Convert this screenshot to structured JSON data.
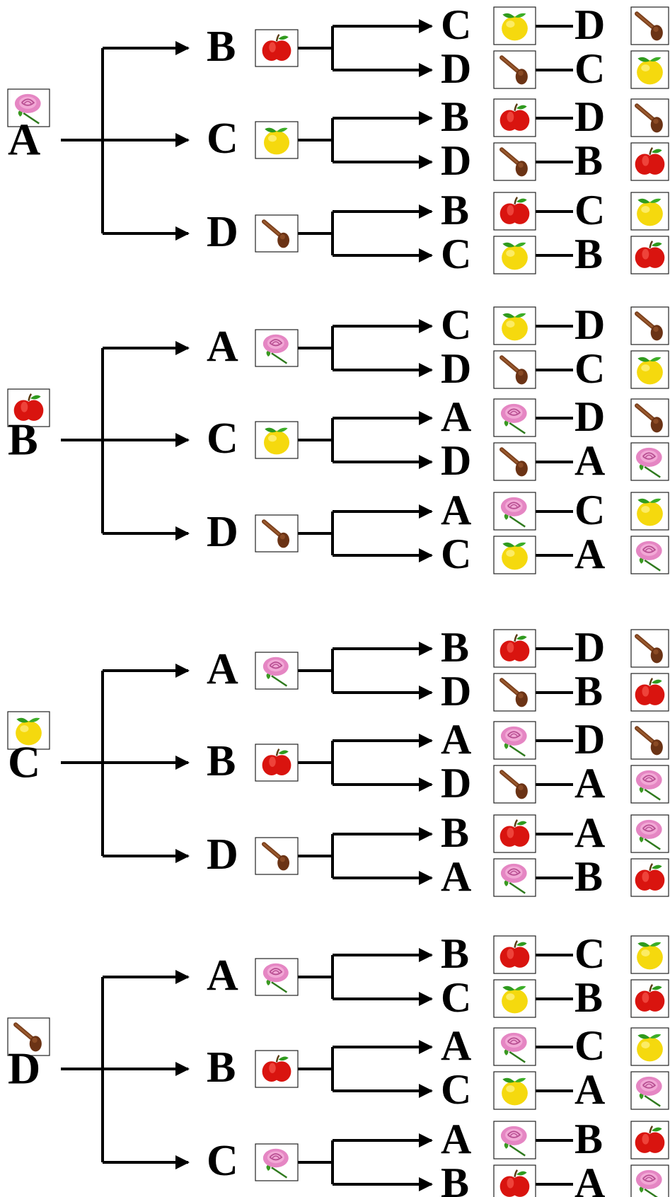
{
  "trees": [
    {
      "root": {
        "label": "A",
        "icon": "rose-icon"
      },
      "branches": [
        {
          "label": "B",
          "icon": "apple-icon",
          "leaves": [
            {
              "first": {
                "label": "C",
                "icon": "lemon-icon"
              },
              "second": {
                "label": "D",
                "icon": "clove-icon"
              }
            },
            {
              "first": {
                "label": "D",
                "icon": "clove-icon"
              },
              "second": {
                "label": "C",
                "icon": "lemon-icon"
              }
            }
          ]
        },
        {
          "label": "C",
          "icon": "lemon-icon",
          "leaves": [
            {
              "first": {
                "label": "B",
                "icon": "apple-icon"
              },
              "second": {
                "label": "D",
                "icon": "clove-icon"
              }
            },
            {
              "first": {
                "label": "D",
                "icon": "clove-icon"
              },
              "second": {
                "label": "B",
                "icon": "apple-icon"
              }
            }
          ]
        },
        {
          "label": "D",
          "icon": "clove-icon",
          "leaves": [
            {
              "first": {
                "label": "B",
                "icon": "apple-icon"
              },
              "second": {
                "label": "C",
                "icon": "lemon-icon"
              }
            },
            {
              "first": {
                "label": "C",
                "icon": "lemon-icon"
              },
              "second": {
                "label": "B",
                "icon": "apple-icon"
              }
            }
          ]
        }
      ]
    },
    {
      "root": {
        "label": "B",
        "icon": "apple-icon"
      },
      "branches": [
        {
          "label": "A",
          "icon": "rose-icon",
          "leaves": [
            {
              "first": {
                "label": "C",
                "icon": "lemon-icon"
              },
              "second": {
                "label": "D",
                "icon": "clove-icon"
              }
            },
            {
              "first": {
                "label": "D",
                "icon": "clove-icon"
              },
              "second": {
                "label": "C",
                "icon": "lemon-icon"
              }
            }
          ]
        },
        {
          "label": "C",
          "icon": "lemon-icon",
          "leaves": [
            {
              "first": {
                "label": "A",
                "icon": "rose-icon"
              },
              "second": {
                "label": "D",
                "icon": "clove-icon"
              }
            },
            {
              "first": {
                "label": "D",
                "icon": "clove-icon"
              },
              "second": {
                "label": "A",
                "icon": "rose-icon"
              }
            }
          ]
        },
        {
          "label": "D",
          "icon": "clove-icon",
          "leaves": [
            {
              "first": {
                "label": "A",
                "icon": "rose-icon"
              },
              "second": {
                "label": "C",
                "icon": "lemon-icon"
              }
            },
            {
              "first": {
                "label": "C",
                "icon": "lemon-icon"
              },
              "second": {
                "label": "A",
                "icon": "rose-icon"
              }
            }
          ]
        }
      ]
    },
    {
      "root": {
        "label": "C",
        "icon": "lemon-icon"
      },
      "branches": [
        {
          "label": "A",
          "icon": "rose-icon",
          "leaves": [
            {
              "first": {
                "label": "B",
                "icon": "apple-icon"
              },
              "second": {
                "label": "D",
                "icon": "clove-icon"
              }
            },
            {
              "first": {
                "label": "D",
                "icon": "clove-icon"
              },
              "second": {
                "label": "B",
                "icon": "apple-icon"
              }
            }
          ]
        },
        {
          "label": "B",
          "icon": "apple-icon",
          "leaves": [
            {
              "first": {
                "label": "A",
                "icon": "rose-icon"
              },
              "second": {
                "label": "D",
                "icon": "clove-icon"
              }
            },
            {
              "first": {
                "label": "D",
                "icon": "clove-icon"
              },
              "second": {
                "label": "A",
                "icon": "rose-icon"
              }
            }
          ]
        },
        {
          "label": "D",
          "icon": "clove-icon",
          "leaves": [
            {
              "first": {
                "label": "B",
                "icon": "apple-icon"
              },
              "second": {
                "label": "A",
                "icon": "rose-icon"
              }
            },
            {
              "first": {
                "label": "A",
                "icon": "rose-icon"
              },
              "second": {
                "label": "B",
                "icon": "apple-icon"
              }
            }
          ]
        }
      ]
    },
    {
      "root": {
        "label": "D",
        "icon": "clove-icon"
      },
      "branches": [
        {
          "label": "A",
          "icon": "rose-icon",
          "leaves": [
            {
              "first": {
                "label": "B",
                "icon": "apple-icon"
              },
              "second": {
                "label": "C",
                "icon": "lemon-icon"
              }
            },
            {
              "first": {
                "label": "C",
                "icon": "lemon-icon"
              },
              "second": {
                "label": "B",
                "icon": "apple-icon"
              }
            }
          ]
        },
        {
          "label": "B",
          "icon": "apple-icon",
          "leaves": [
            {
              "first": {
                "label": "A",
                "icon": "rose-icon"
              },
              "second": {
                "label": "C",
                "icon": "lemon-icon"
              }
            },
            {
              "first": {
                "label": "C",
                "icon": "lemon-icon"
              },
              "second": {
                "label": "A",
                "icon": "rose-icon"
              }
            }
          ]
        },
        {
          "label": "C",
          "icon": "rose-icon",
          "leaves": [
            {
              "first": {
                "label": "A",
                "icon": "rose-icon"
              },
              "second": {
                "label": "B",
                "icon": "apple-icon"
              }
            },
            {
              "first": {
                "label": "B",
                "icon": "apple-icon"
              },
              "second": {
                "label": "A",
                "icon": "rose-icon"
              }
            }
          ]
        }
      ]
    }
  ],
  "icon_colors": {
    "apple": "#d9140f",
    "lemon": "#f5d90e",
    "rose": "#e586c3",
    "clove": "#7a3f1c",
    "leaf": "#2f9a1e"
  }
}
